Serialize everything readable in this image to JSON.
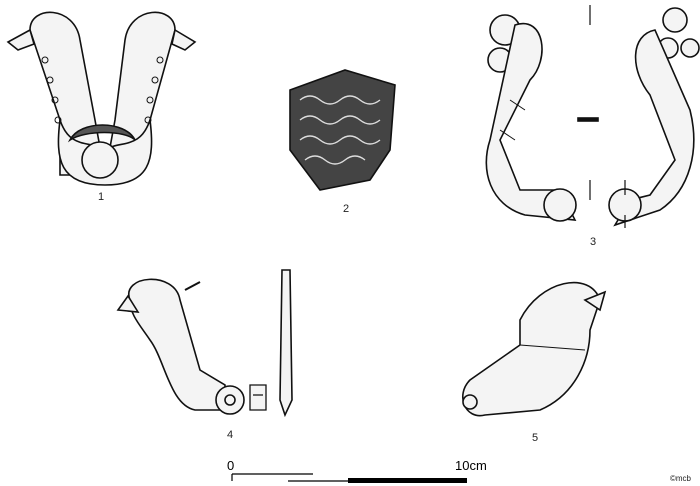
{
  "figure_labels": [
    "1",
    "2",
    "3",
    "4",
    "5"
  ],
  "scale_bar": {
    "start_label": "0",
    "end_label": "10cm",
    "length_cm": 10
  },
  "credit": "©mcb",
  "colors": {
    "ink": "#111111",
    "paper": "#ffffff"
  }
}
